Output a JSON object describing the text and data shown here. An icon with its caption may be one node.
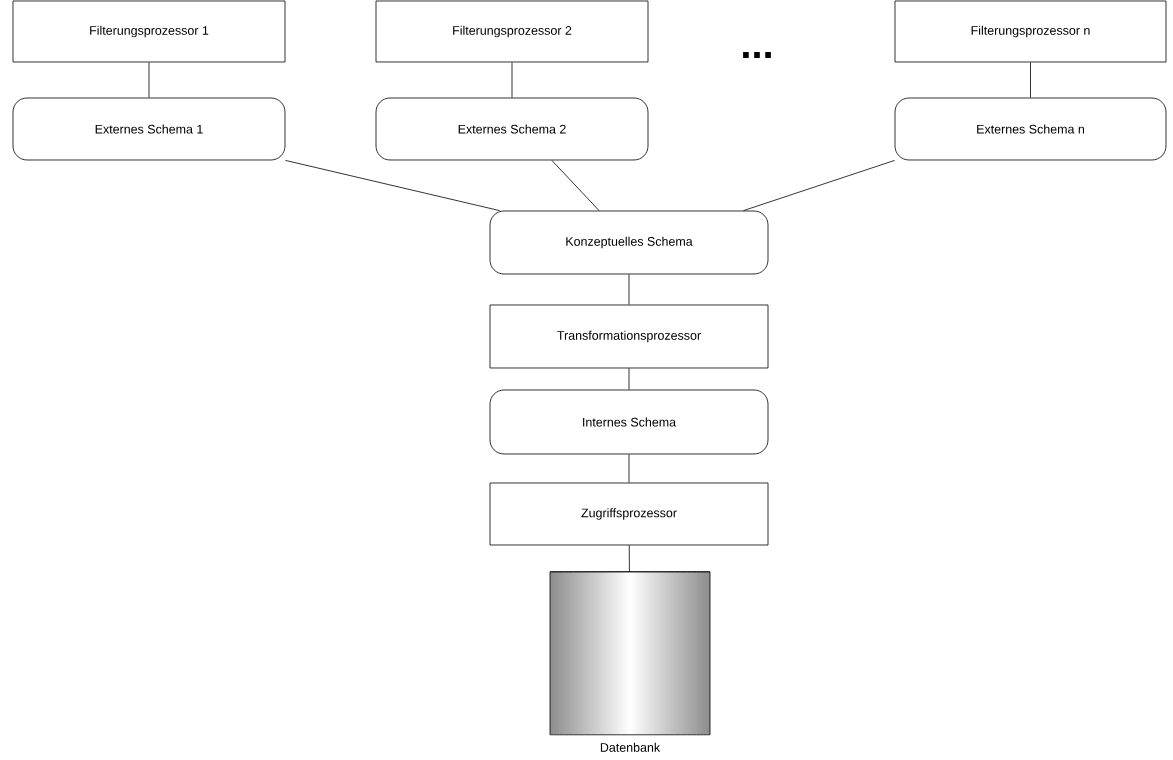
{
  "diagram": {
    "nodes": [
      {
        "text": [
          "Filterungsprozessor 1"
        ]
      },
      {
        "text": [
          "Filterungsprozessor 2"
        ]
      },
      {
        "text": [
          "Filterungsprozessor n"
        ]
      },
      {
        "text": [
          "Externes Schema 1"
        ]
      },
      {
        "text": [
          "Externes Schema 2"
        ]
      },
      {
        "text": [
          "Externes Schema n"
        ]
      },
      {
        "text": [
          "Konzeptuelles Schema"
        ]
      },
      {
        "text": [
          "Transformationsprozessor"
        ]
      },
      {
        "text": [
          "Internes Schema"
        ]
      },
      {
        "text": [
          "Zugriffsprozessor"
        ]
      },
      {
        "text": [
          "Datenbank"
        ]
      }
    ],
    "edges": [
      {
        "from": 0,
        "to": 3,
        "arrow": "none"
      },
      {
        "from": 1,
        "to": 4,
        "arrow": "none"
      },
      {
        "from": 2,
        "to": 5,
        "arrow": "none"
      },
      {
        "from": 3,
        "to": 6,
        "arrow": "none"
      },
      {
        "from": 4,
        "to": 6,
        "arrow": "none"
      },
      {
        "from": 5,
        "to": 6,
        "arrow": "none"
      },
      {
        "from": 6,
        "to": 7,
        "arrow": "none"
      },
      {
        "from": 7,
        "to": 8,
        "arrow": "none"
      },
      {
        "from": 8,
        "to": 9,
        "arrow": "none"
      },
      {
        "from": 9,
        "to": 10,
        "arrow": "none"
      }
    ],
    "labels": [
      "..."
    ]
  }
}
